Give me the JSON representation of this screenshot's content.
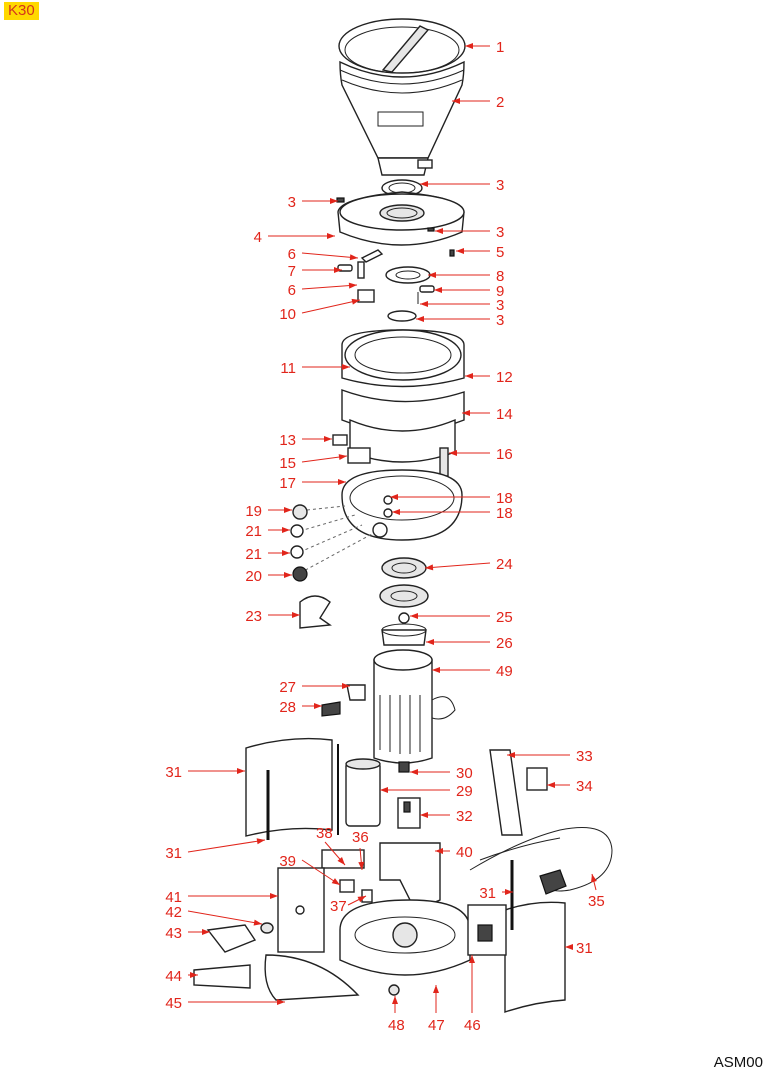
{
  "header": {
    "model_badge": "K30"
  },
  "footer": {
    "drawing_code": "ASM00"
  },
  "callouts": [
    {
      "label": "1"
    },
    {
      "label": "2"
    },
    {
      "label": "3"
    },
    {
      "label": "3"
    },
    {
      "label": "3"
    },
    {
      "label": "4"
    },
    {
      "label": "5"
    },
    {
      "label": "6"
    },
    {
      "label": "7"
    },
    {
      "label": "8"
    },
    {
      "label": "6"
    },
    {
      "label": "9"
    },
    {
      "label": "3"
    },
    {
      "label": "10"
    },
    {
      "label": "3"
    },
    {
      "label": "11"
    },
    {
      "label": "12"
    },
    {
      "label": "14"
    },
    {
      "label": "13"
    },
    {
      "label": "16"
    },
    {
      "label": "15"
    },
    {
      "label": "17"
    },
    {
      "label": "18"
    },
    {
      "label": "19"
    },
    {
      "label": "18"
    },
    {
      "label": "21"
    },
    {
      "label": "21"
    },
    {
      "label": "20"
    },
    {
      "label": "24"
    },
    {
      "label": "23"
    },
    {
      "label": "25"
    },
    {
      "label": "26"
    },
    {
      "label": "49"
    },
    {
      "label": "27"
    },
    {
      "label": "28"
    },
    {
      "label": "33"
    },
    {
      "label": "31"
    },
    {
      "label": "30"
    },
    {
      "label": "34"
    },
    {
      "label": "29"
    },
    {
      "label": "32"
    },
    {
      "label": "31"
    },
    {
      "label": "38"
    },
    {
      "label": "36"
    },
    {
      "label": "40"
    },
    {
      "label": "39"
    },
    {
      "label": "31"
    },
    {
      "label": "35"
    },
    {
      "label": "41"
    },
    {
      "label": "37"
    },
    {
      "label": "42"
    },
    {
      "label": "31"
    },
    {
      "label": "43"
    },
    {
      "label": "44"
    },
    {
      "label": "45"
    },
    {
      "label": "48"
    },
    {
      "label": "47"
    },
    {
      "label": "46"
    }
  ],
  "colors": {
    "callout": "#e1251b",
    "badge_bg": "#ffd800",
    "line": "#222222"
  }
}
